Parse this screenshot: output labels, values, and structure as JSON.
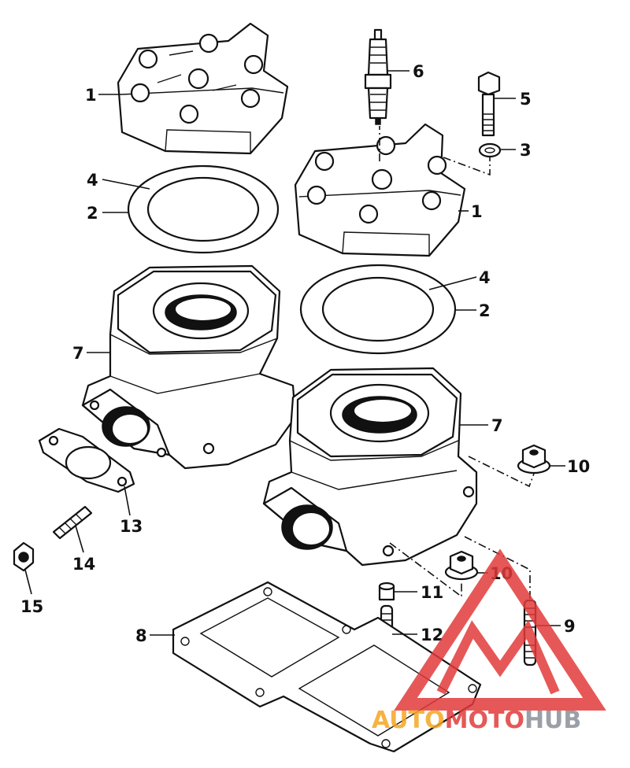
{
  "callouts": {
    "c1a": "1",
    "c1b": "1",
    "c2a": "2",
    "c2b": "2",
    "c3": "3",
    "c4a": "4",
    "c4b": "4",
    "c5": "5",
    "c6": "6",
    "c7a": "7",
    "c7b": "7",
    "c8": "8",
    "c9": "9",
    "c10a": "10",
    "c10b": "10",
    "c11": "11",
    "c12": "12",
    "c13": "13",
    "c14": "14",
    "c15": "15"
  },
  "watermark": {
    "part1": "AUTO",
    "part2": "MOTO",
    "part3": "HUB",
    "colors": {
      "red": "#e23b3b",
      "orange": "#f5a623",
      "gray": "#8a8f98"
    }
  }
}
